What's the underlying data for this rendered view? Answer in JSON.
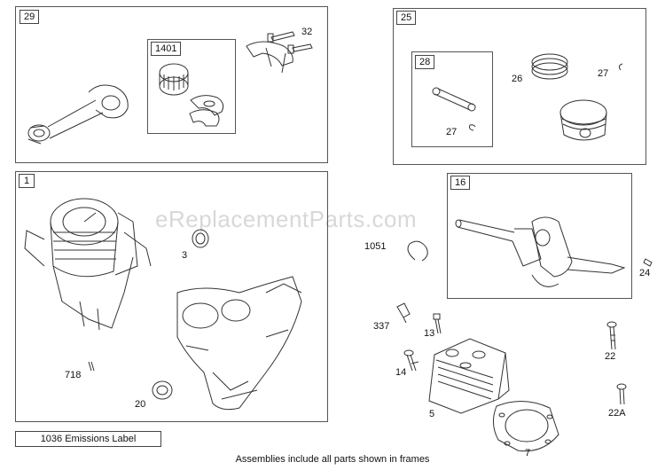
{
  "watermark": "eReplacementParts.com",
  "frames": {
    "f29": "29",
    "f1401": "1401",
    "f25": "25",
    "f28": "28",
    "f1": "1",
    "f16": "16"
  },
  "labels": {
    "l32": "32",
    "l26": "26",
    "l27a": "27",
    "l27b": "27",
    "l3": "3",
    "l1051": "1051",
    "l24": "24",
    "l337": "337",
    "l13": "13",
    "l14": "14",
    "l718": "718",
    "l20": "20",
    "l5": "5",
    "l22": "22",
    "l22A": "22A",
    "l7": "7"
  },
  "emissions_label": "1036 Emissions Label",
  "footer": "Assemblies include all parts shown in frames"
}
